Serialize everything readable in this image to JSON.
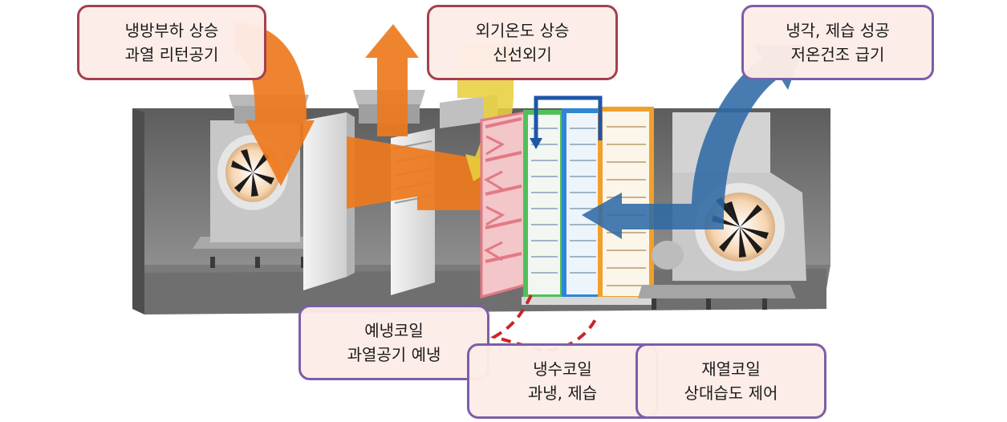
{
  "callouts": {
    "return_air": {
      "line1": "냉방부하 상승",
      "line2": "과열 리턴공기"
    },
    "outdoor_air": {
      "line1": "외기온도 상승",
      "line2": "신선외기"
    },
    "supply_air": {
      "line1": "냉각, 제습 성공",
      "line2": "저온건조 급기"
    },
    "precooling_coil": {
      "line1": "예냉코일",
      "line2": "과열공기 예냉"
    },
    "cooling_coil": {
      "line1": "냉수코일",
      "line2": "과냉, 제습"
    },
    "reheat_coil": {
      "line1": "재열코일",
      "line2": "상대습도 제어"
    }
  },
  "colors": {
    "return_air_arrow": "#ee7a1e",
    "outdoor_air_arrow": "#e7cf3c",
    "supply_air_arrow": "#2f6aa6",
    "precooling_coil": "#f0a0a6",
    "cooling_coil_green": "#52c05a",
    "cooling_coil_blue": "#2f86d4",
    "reheat_coil": "#f1a02b",
    "condensate_pipe": "#c8262b",
    "red_border": "#a4404e",
    "purple_border": "#7c5ea9",
    "callout_fill": "#fdece7"
  }
}
